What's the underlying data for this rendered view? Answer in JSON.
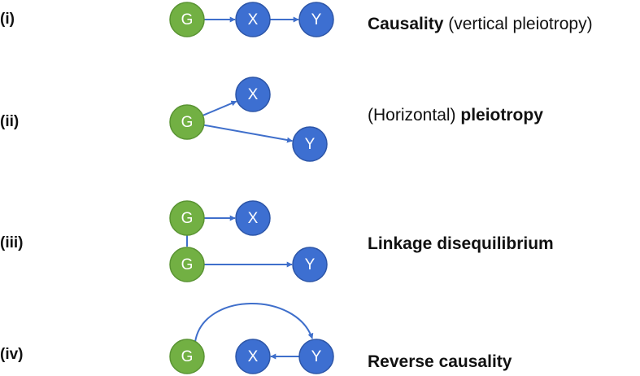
{
  "colors": {
    "genotype_fill": "#72b043",
    "genotype_stroke": "#5a9433",
    "trait_fill": "#3d6fd1",
    "trait_stroke": "#2d56a8",
    "edge": "#3f6fcb"
  },
  "panels": [
    {
      "label": "(i)",
      "description": [
        {
          "text": "Causality",
          "bold": true
        },
        {
          "text": " (vertical pleiotropy)",
          "bold": false
        }
      ],
      "nodes": [
        {
          "id": "G",
          "label": "G",
          "kind": "genotype"
        },
        {
          "id": "X",
          "label": "X",
          "kind": "trait"
        },
        {
          "id": "Y",
          "label": "Y",
          "kind": "trait"
        }
      ],
      "edges": [
        {
          "from": "G",
          "to": "X",
          "type": "arrow"
        },
        {
          "from": "X",
          "to": "Y",
          "type": "arrow"
        }
      ]
    },
    {
      "label": "(ii)",
      "description": [
        {
          "text": "(Horizontal) ",
          "bold": false
        },
        {
          "text": "pleiotropy",
          "bold": true
        }
      ],
      "nodes": [
        {
          "id": "G",
          "label": "G",
          "kind": "genotype"
        },
        {
          "id": "X",
          "label": "X",
          "kind": "trait"
        },
        {
          "id": "Y",
          "label": "Y",
          "kind": "trait"
        }
      ],
      "edges": [
        {
          "from": "G",
          "to": "X",
          "type": "arrow"
        },
        {
          "from": "G",
          "to": "Y",
          "type": "arrow"
        }
      ]
    },
    {
      "label": "(iii)",
      "description": [
        {
          "text": "Linkage disequilibrium",
          "bold": true
        }
      ],
      "nodes": [
        {
          "id": "G1",
          "label": "G",
          "kind": "genotype"
        },
        {
          "id": "X",
          "label": "X",
          "kind": "trait"
        },
        {
          "id": "G2",
          "label": "G",
          "kind": "genotype"
        },
        {
          "id": "Y",
          "label": "Y",
          "kind": "trait"
        }
      ],
      "edges": [
        {
          "from": "G1",
          "to": "X",
          "type": "arrow"
        },
        {
          "from": "G1",
          "to": "G2",
          "type": "line"
        },
        {
          "from": "G2",
          "to": "Y",
          "type": "arrow"
        }
      ]
    },
    {
      "label": "(iv)",
      "description": [
        {
          "text": "Reverse causality",
          "bold": true
        }
      ],
      "nodes": [
        {
          "id": "G",
          "label": "G",
          "kind": "genotype"
        },
        {
          "id": "X",
          "label": "X",
          "kind": "trait"
        },
        {
          "id": "Y",
          "label": "Y",
          "kind": "trait"
        }
      ],
      "edges": [
        {
          "from": "G",
          "to": "Y",
          "type": "curved-arrow"
        },
        {
          "from": "Y",
          "to": "X",
          "type": "arrow"
        }
      ]
    }
  ]
}
